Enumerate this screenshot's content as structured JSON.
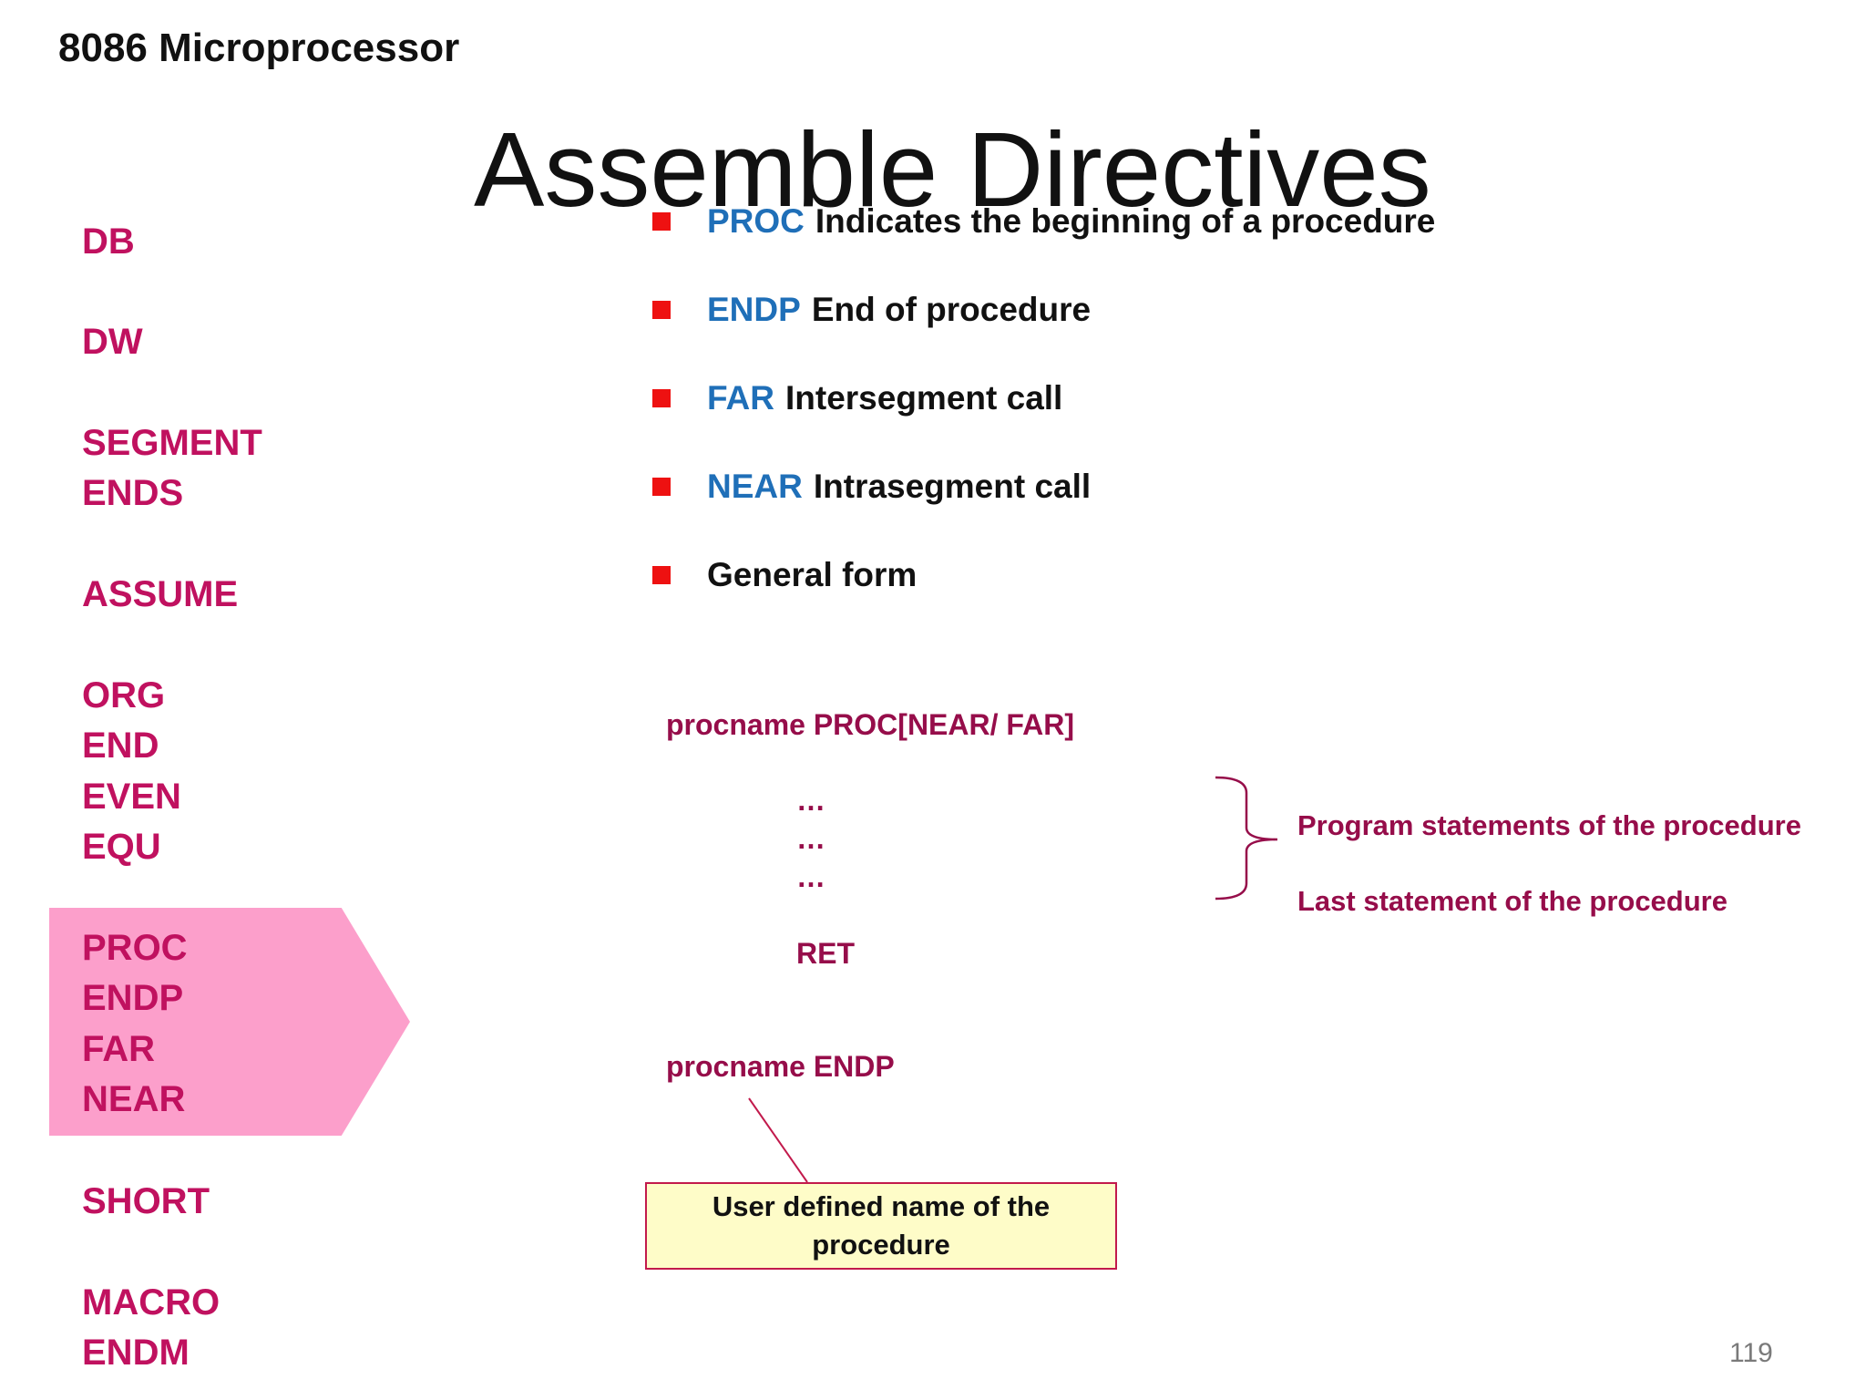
{
  "header": {
    "course_title": "8086 Microprocessor",
    "slide_title": "Assemble Directives",
    "page_number": "119"
  },
  "directives": [
    "DB",
    "DW",
    "SEGMENT",
    "ENDS",
    "ASSUME",
    "ORG",
    "END",
    "EVEN",
    "EQU",
    "PROC",
    "ENDP",
    "FAR",
    "NEAR",
    "SHORT",
    "MACRO",
    "ENDM"
  ],
  "highlighted_group": [
    "PROC",
    "ENDP",
    "FAR",
    "NEAR"
  ],
  "bullets": [
    {
      "keyword": "PROC",
      "text": "Indicates the beginning of a procedure"
    },
    {
      "keyword": "ENDP",
      "text": "End of procedure"
    },
    {
      "keyword": "FAR",
      "text": "Intersegment call"
    },
    {
      "keyword": "NEAR",
      "text": "Intrasegment call"
    },
    {
      "keyword": "",
      "text": "General form"
    }
  ],
  "general_form": {
    "header_line": "procname PROC[NEAR/ FAR]",
    "ellipsis_lines": [
      "…",
      "…",
      "…"
    ],
    "ret_line": "RET",
    "end_line": "procname ENDP"
  },
  "annotations": {
    "program_statements": "Program statements of the procedure",
    "last_statement": "Last statement of the procedure"
  },
  "callout": {
    "text": "User defined name of the procedure"
  },
  "colors": {
    "directive": "#c0115f",
    "highlight": "#fc9fcb",
    "keyword_blue": "#1f6fb8",
    "code_maroon": "#960d4a",
    "bullet_red": "#ee1111",
    "callout_fill": "#fefcc8"
  }
}
